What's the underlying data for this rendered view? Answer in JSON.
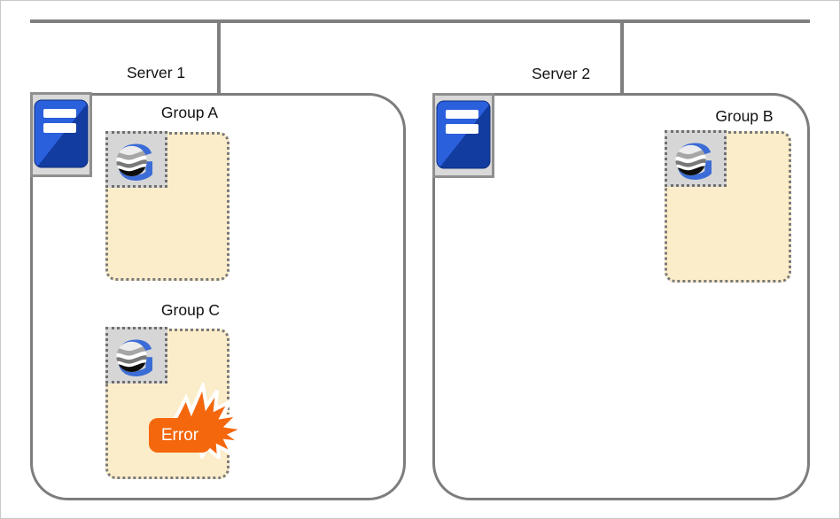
{
  "diagram": {
    "type": "server-group-topology",
    "colors": {
      "line_gray": "#7f7f7f",
      "group_fill": "#fcedca",
      "server_blue_light": "#2b60dd",
      "server_blue_dark": "#123c9f",
      "logo_blue": "#3c6cd6",
      "error_orange": "#f4670d",
      "icon_box_gray": "#d6d6d6"
    },
    "icons": {
      "server": "server-tower-icon",
      "group": "globe-g-logo-icon",
      "error": "burst-explosion-icon"
    }
  },
  "servers": [
    {
      "label": "Server 1",
      "groups": [
        {
          "label": "Group A",
          "has_error": false
        },
        {
          "label": "Group C",
          "has_error": true,
          "error_label": "Error"
        }
      ]
    },
    {
      "label": "Server 2",
      "groups": [
        {
          "label": "Group B",
          "has_error": false
        }
      ]
    }
  ]
}
